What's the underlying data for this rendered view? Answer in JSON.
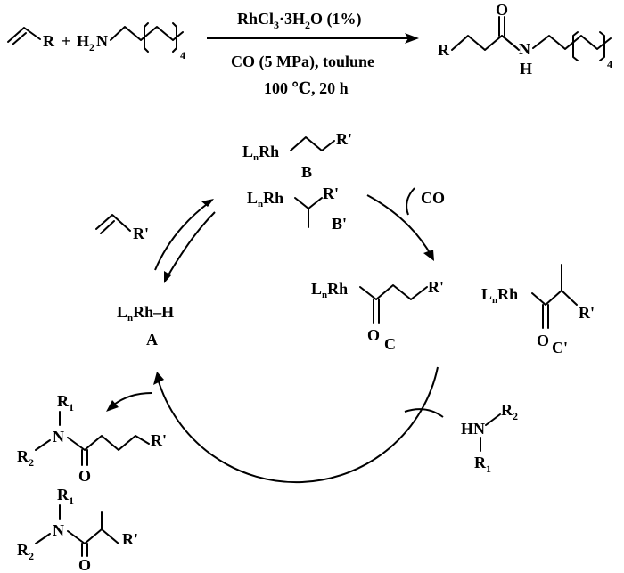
{
  "reaction": {
    "reagent_r": "R",
    "plus": "+",
    "amine_h2n": "H",
    "amine_sub2": "2",
    "amine_n": "N",
    "chain_repeat": "4",
    "catalyst": "RhCl",
    "catalyst_sub3": "3",
    "catalyst_dot": "·3H",
    "catalyst_sub2": "2",
    "catalyst_tail": "O (1%)",
    "conditions_line1": "CO (5 MPa), toulune",
    "conditions_line2": "100 ℃,  20 h",
    "product_r": "R",
    "product_o": "O",
    "product_n": "N",
    "product_h": "H",
    "product_repeat": "4"
  },
  "cycle": {
    "alkene_r": "R'",
    "rh_l": "L",
    "rh_n": "n",
    "rh_rh": "Rh",
    "rh_h": "–H",
    "label_a": "A",
    "label_b": "B",
    "label_b_prime": "B'",
    "label_c": "C",
    "label_c_prime": "C'",
    "r_prime": "R'",
    "co_label": "CO",
    "o_label": "O",
    "amine_hn": "HN",
    "r1": "R",
    "r1_sub": "1",
    "r2": "R",
    "r2_sub": "2",
    "n_label": "N",
    "o_prod": "O"
  }
}
